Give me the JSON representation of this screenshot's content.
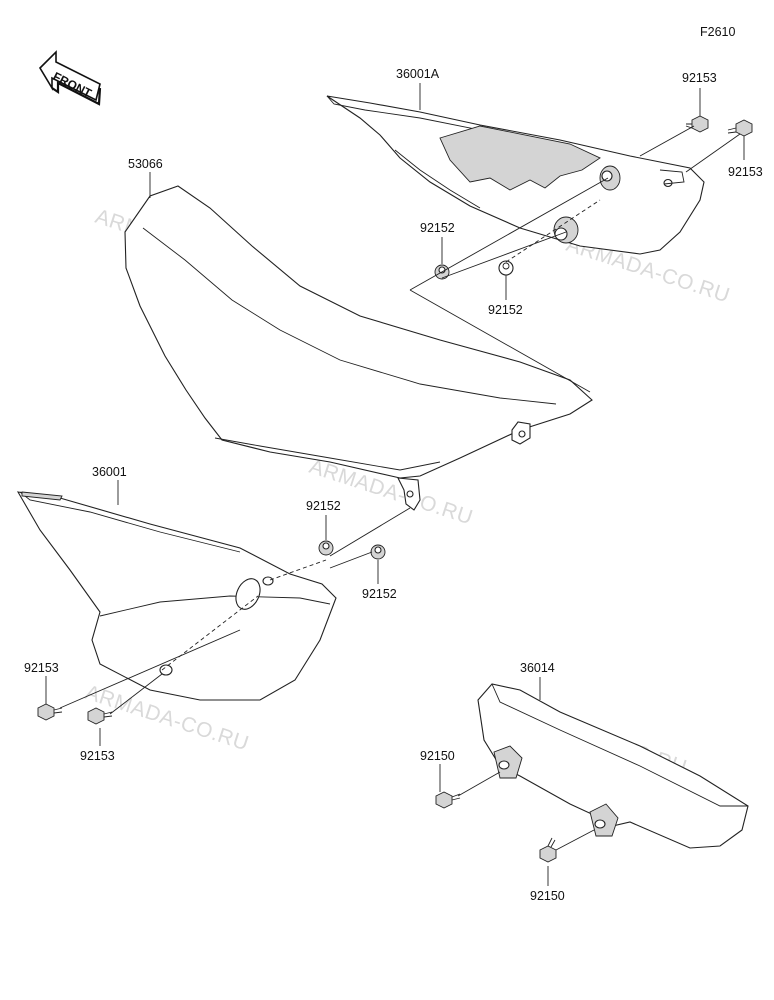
{
  "figure_code": "F2610",
  "front_label": "FRONT",
  "watermark_text": "ARMADA-CO.RU",
  "parts": {
    "upper_right_cover": "36001A",
    "seat": "53066",
    "left_side_cover": "36001",
    "chain_guard": "36014"
  },
  "fasteners": {
    "bolt_upper_left": "92153",
    "bolt_upper_right": "92153",
    "collar_upper_left": "92152",
    "collar_upper_right": "92152",
    "collar_mid_left": "92152",
    "collar_mid_right": "92152",
    "bolt_lower_left": "92153",
    "bolt_lower_right": "92153",
    "bolt_chain_upper": "92150",
    "bolt_chain_lower": "92150"
  }
}
